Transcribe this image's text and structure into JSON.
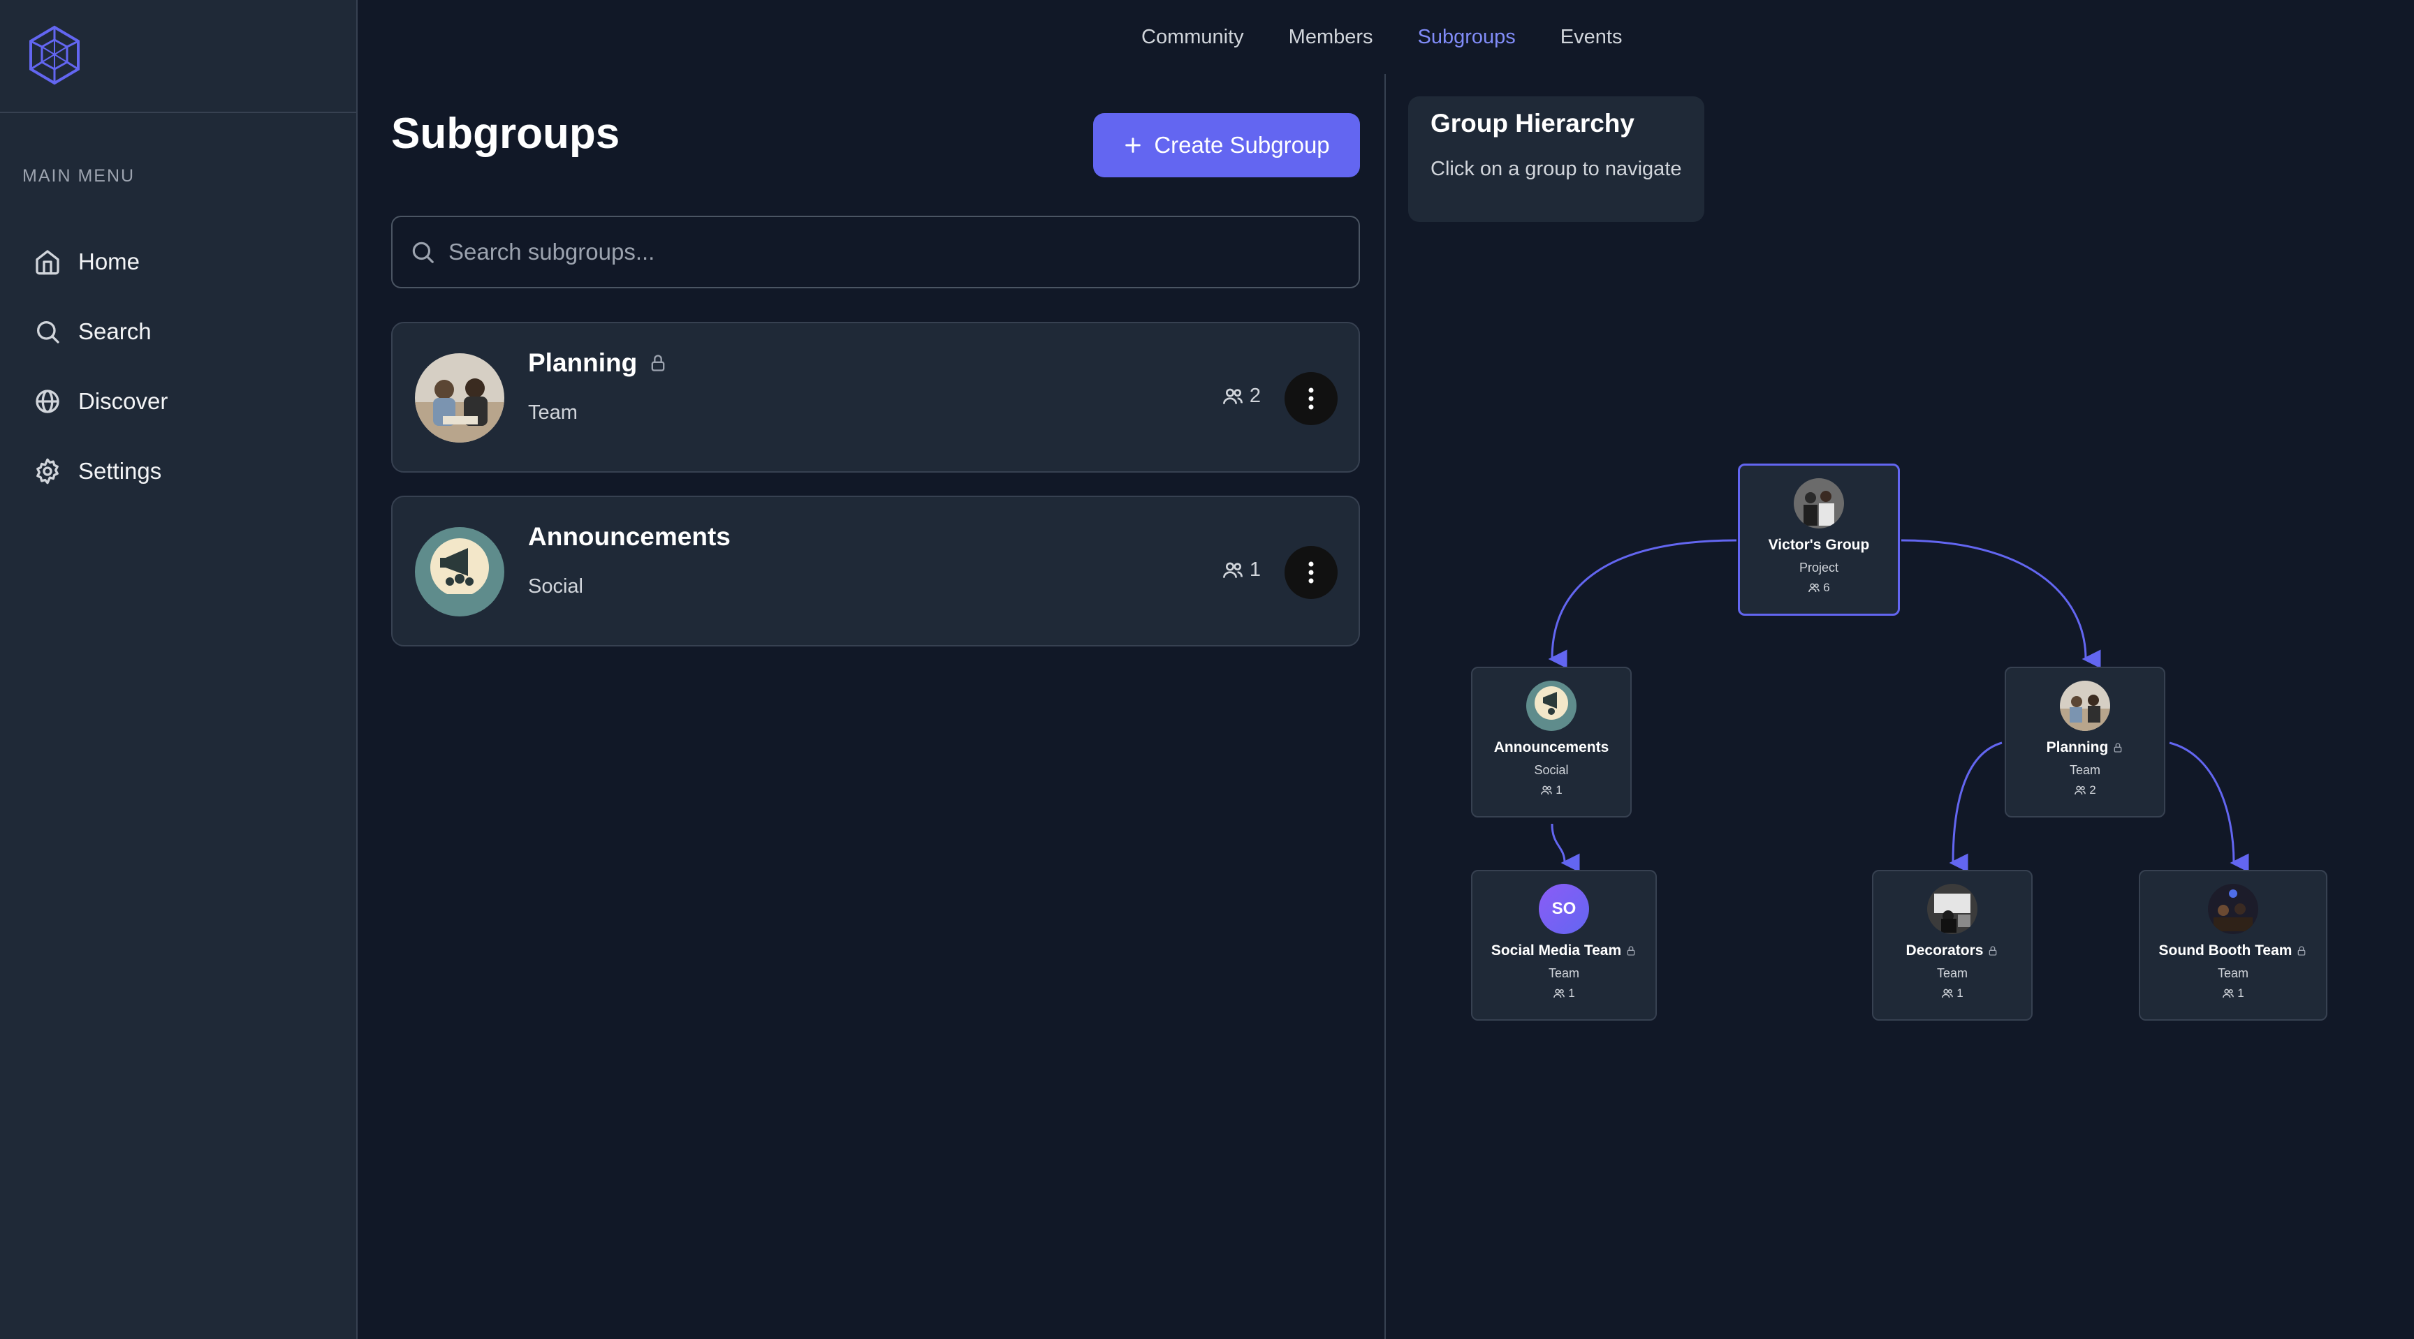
{
  "sidebar": {
    "logo": "hexagon-cube-logo",
    "section_label": "MAIN MENU",
    "items": [
      {
        "label": "Home",
        "icon": "home-icon"
      },
      {
        "label": "Search",
        "icon": "search-icon"
      },
      {
        "label": "Discover",
        "icon": "globe-icon"
      },
      {
        "label": "Settings",
        "icon": "gear-icon"
      }
    ]
  },
  "tabs": [
    {
      "label": "Community",
      "active": false
    },
    {
      "label": "Members",
      "active": false
    },
    {
      "label": "Subgroups",
      "active": true
    },
    {
      "label": "Events",
      "active": false
    }
  ],
  "main": {
    "title": "Subgroups",
    "create_button": "Create Subgroup",
    "search_placeholder": "Search subgroups...",
    "cards": [
      {
        "name": "Planning",
        "locked": true,
        "type": "Team",
        "members": "2"
      },
      {
        "name": "Announcements",
        "locked": false,
        "type": "Social",
        "members": "1"
      }
    ]
  },
  "hierarchy": {
    "title": "Group Hierarchy",
    "subtitle": "Click on a group to navigate",
    "nodes": {
      "root": {
        "name": "Victor's Group",
        "type": "Project",
        "count": "6"
      },
      "announcements": {
        "name": "Announcements",
        "type": "Social",
        "count": "1"
      },
      "planning": {
        "name": "Planning",
        "type": "Team",
        "count": "2"
      },
      "social_media": {
        "name": "Social Media Team",
        "type": "Team",
        "count": "1",
        "initials": "SO"
      },
      "decorators": {
        "name": "Decorators",
        "type": "Team",
        "count": "1"
      },
      "sound_booth": {
        "name": "Sound Booth Team",
        "type": "Team",
        "count": "1"
      }
    }
  },
  "colors": {
    "accent": "#6366f1",
    "active_tab": "#818cf8",
    "background": "#111827",
    "panel": "#1f2937"
  }
}
